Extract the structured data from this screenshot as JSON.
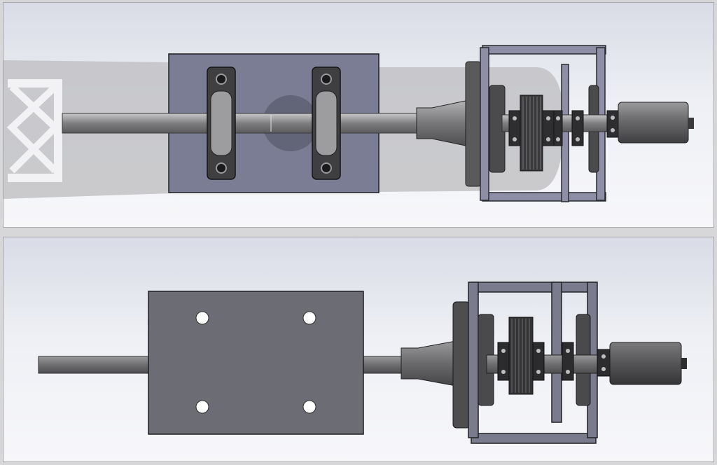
{
  "figure": {
    "views": [
      {
        "id": "top",
        "description_visible_text": ""
      },
      {
        "id": "bottom",
        "description_visible_text": ""
      }
    ]
  },
  "colors": {
    "background_top": "#d9dbe6",
    "background_bottom": "#f7f7fa",
    "frame_plate": "#74768a",
    "plate_top_view": "#7a7d93",
    "plate_bottom_view": "#6c6d74",
    "shaft": "#8e8e90",
    "shadow": "#c5c5c8",
    "dark_part": "#4a4a4c",
    "outline": "#1f1f22"
  },
  "icons": {
    "bearing_block": "pillow-block-bearing",
    "pulley": "toothed-pulley",
    "motor": "cylinder-motor"
  }
}
